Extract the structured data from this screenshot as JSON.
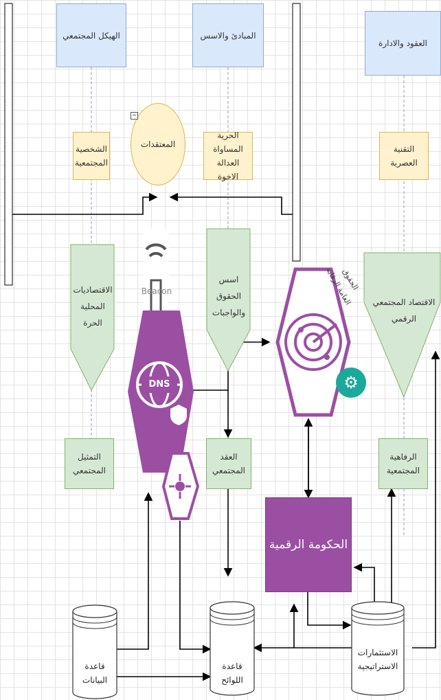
{
  "headers": {
    "h1": "الهيكل المجتمعي",
    "h2": "المبادئ والاسس",
    "h3": "العقود والادارة"
  },
  "yellow": {
    "y1": "الشخصية المجتمعية",
    "circle": "المعتقدات",
    "y2": "الحرية المساواة العدالة الاخوة",
    "y3": "التقنية العصرية"
  },
  "triangles": {
    "t1": "الاقتصاديات المحلية الحرة",
    "t2": "اسس الحقوق والواجبات",
    "t3": "الاقتصاد المجتمعي الرقمي"
  },
  "green_boxes": {
    "g1": "التمثيل المجتمعي",
    "g2": "العقد المجتمعي",
    "g3": "الرفاهية المجتمعية"
  },
  "purple_box": "الحكومة الرقمية",
  "icons": {
    "beacon_label": "Beacon",
    "dns_label": "DNS",
    "radar_label": "الحقوق العامة الرقابة"
  },
  "databases": {
    "d1": "قاعدة البيانات",
    "d2": "قاعدة اللوائح",
    "d3": "الاستثمارات الاستراتيجية"
  },
  "colors": {
    "purple": "#9b4fa3",
    "teal": "#1aa99b"
  }
}
